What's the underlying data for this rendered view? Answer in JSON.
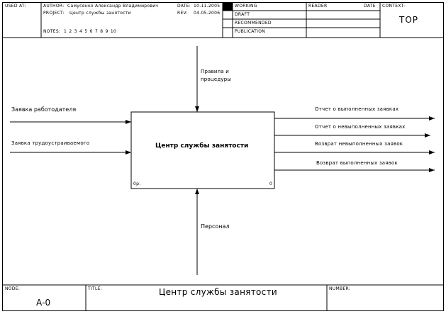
{
  "header": {
    "used_at_label": "USED AT:",
    "author_label": "AUTHOR:",
    "author_value": "Самусенко Александр Владимирович",
    "project_label": "PROJECT:",
    "project_value": "Центр службы занятости",
    "date_label": "DATE:",
    "date_value": "10.11.2005",
    "rev_label": "REV:",
    "rev_value": "04.05.2006",
    "notes_label": "NOTES:",
    "notes_values": "1 2 3 4 5 6 7 8 9 10",
    "status": [
      "WORKING",
      "DRAFT",
      "RECOMMENDED",
      "PUBLICATION"
    ],
    "reader_label": "READER",
    "reader_date_label": "DATE",
    "context_label": "CONTEXT:",
    "context_value": "TOP"
  },
  "diagram": {
    "box_title": "Центр службы занятости",
    "box_left_label": "0р.",
    "box_number": "0",
    "inputs": [
      "Заявка работодателя",
      "Заявка трудоустраиваемого"
    ],
    "outputs": [
      "Отчет о выполненных заявках",
      "Отчет о невыполненных заявках",
      "Возврат невыполненных заявок",
      "Возврат выполненных заявок"
    ],
    "control": [
      "Правила и",
      "процедуры"
    ],
    "mechanism": "Персонал"
  },
  "footer": {
    "node_label": "NODE:",
    "node_value": "А-0",
    "title_label": "TITLE:",
    "title_value": "Центр службы занятости",
    "number_label": "NUMBER:"
  }
}
